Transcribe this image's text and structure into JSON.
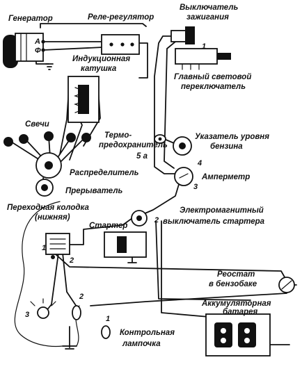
{
  "labels": {
    "generator": "Генератор",
    "regulator": "Реле-регулятор",
    "ignition_switch_1": "Выключатель",
    "ignition_switch_2": "зажигания",
    "induction_coil_1": "Индукционная",
    "induction_coil_2": "катушка",
    "main_light_switch_1": "Главный световой",
    "main_light_switch_2": "переключатель",
    "plugs": "Свечи",
    "thermo_fuse_1": "Термо-",
    "thermo_fuse_2": "предохранитель",
    "thermo_fuse_3": "5 а",
    "fuel_gauge_1": "Указатель уровня",
    "fuel_gauge_2": "бензина",
    "distributor": "Распределитель",
    "breaker": "Прерыватель",
    "ammeter": "Амперметр",
    "adapter_block_1": "Переходная колодка",
    "adapter_block_2": "(нижняя)",
    "starter_switch_1": "Электромагнитный",
    "starter_switch_2": "выключатель стартера",
    "starter": "Стартер",
    "rheostat_1": "Реостат",
    "rheostat_2": "в бензобаке",
    "battery_1": "Аккумуляторная",
    "battery_2": "батарея",
    "control_lamp_1": "Контрольная",
    "control_lamp_2": "лампочка"
  },
  "terminals": {
    "gen_a": "A",
    "gen_f": "Ф",
    "switch_1": "1",
    "ammeter_4": "4",
    "ammeter_3": "3",
    "starter_2": "2",
    "block_1": "1",
    "block_2": "2",
    "lamp_3": "3",
    "lamp_2": "2",
    "lamp_1": "1"
  }
}
